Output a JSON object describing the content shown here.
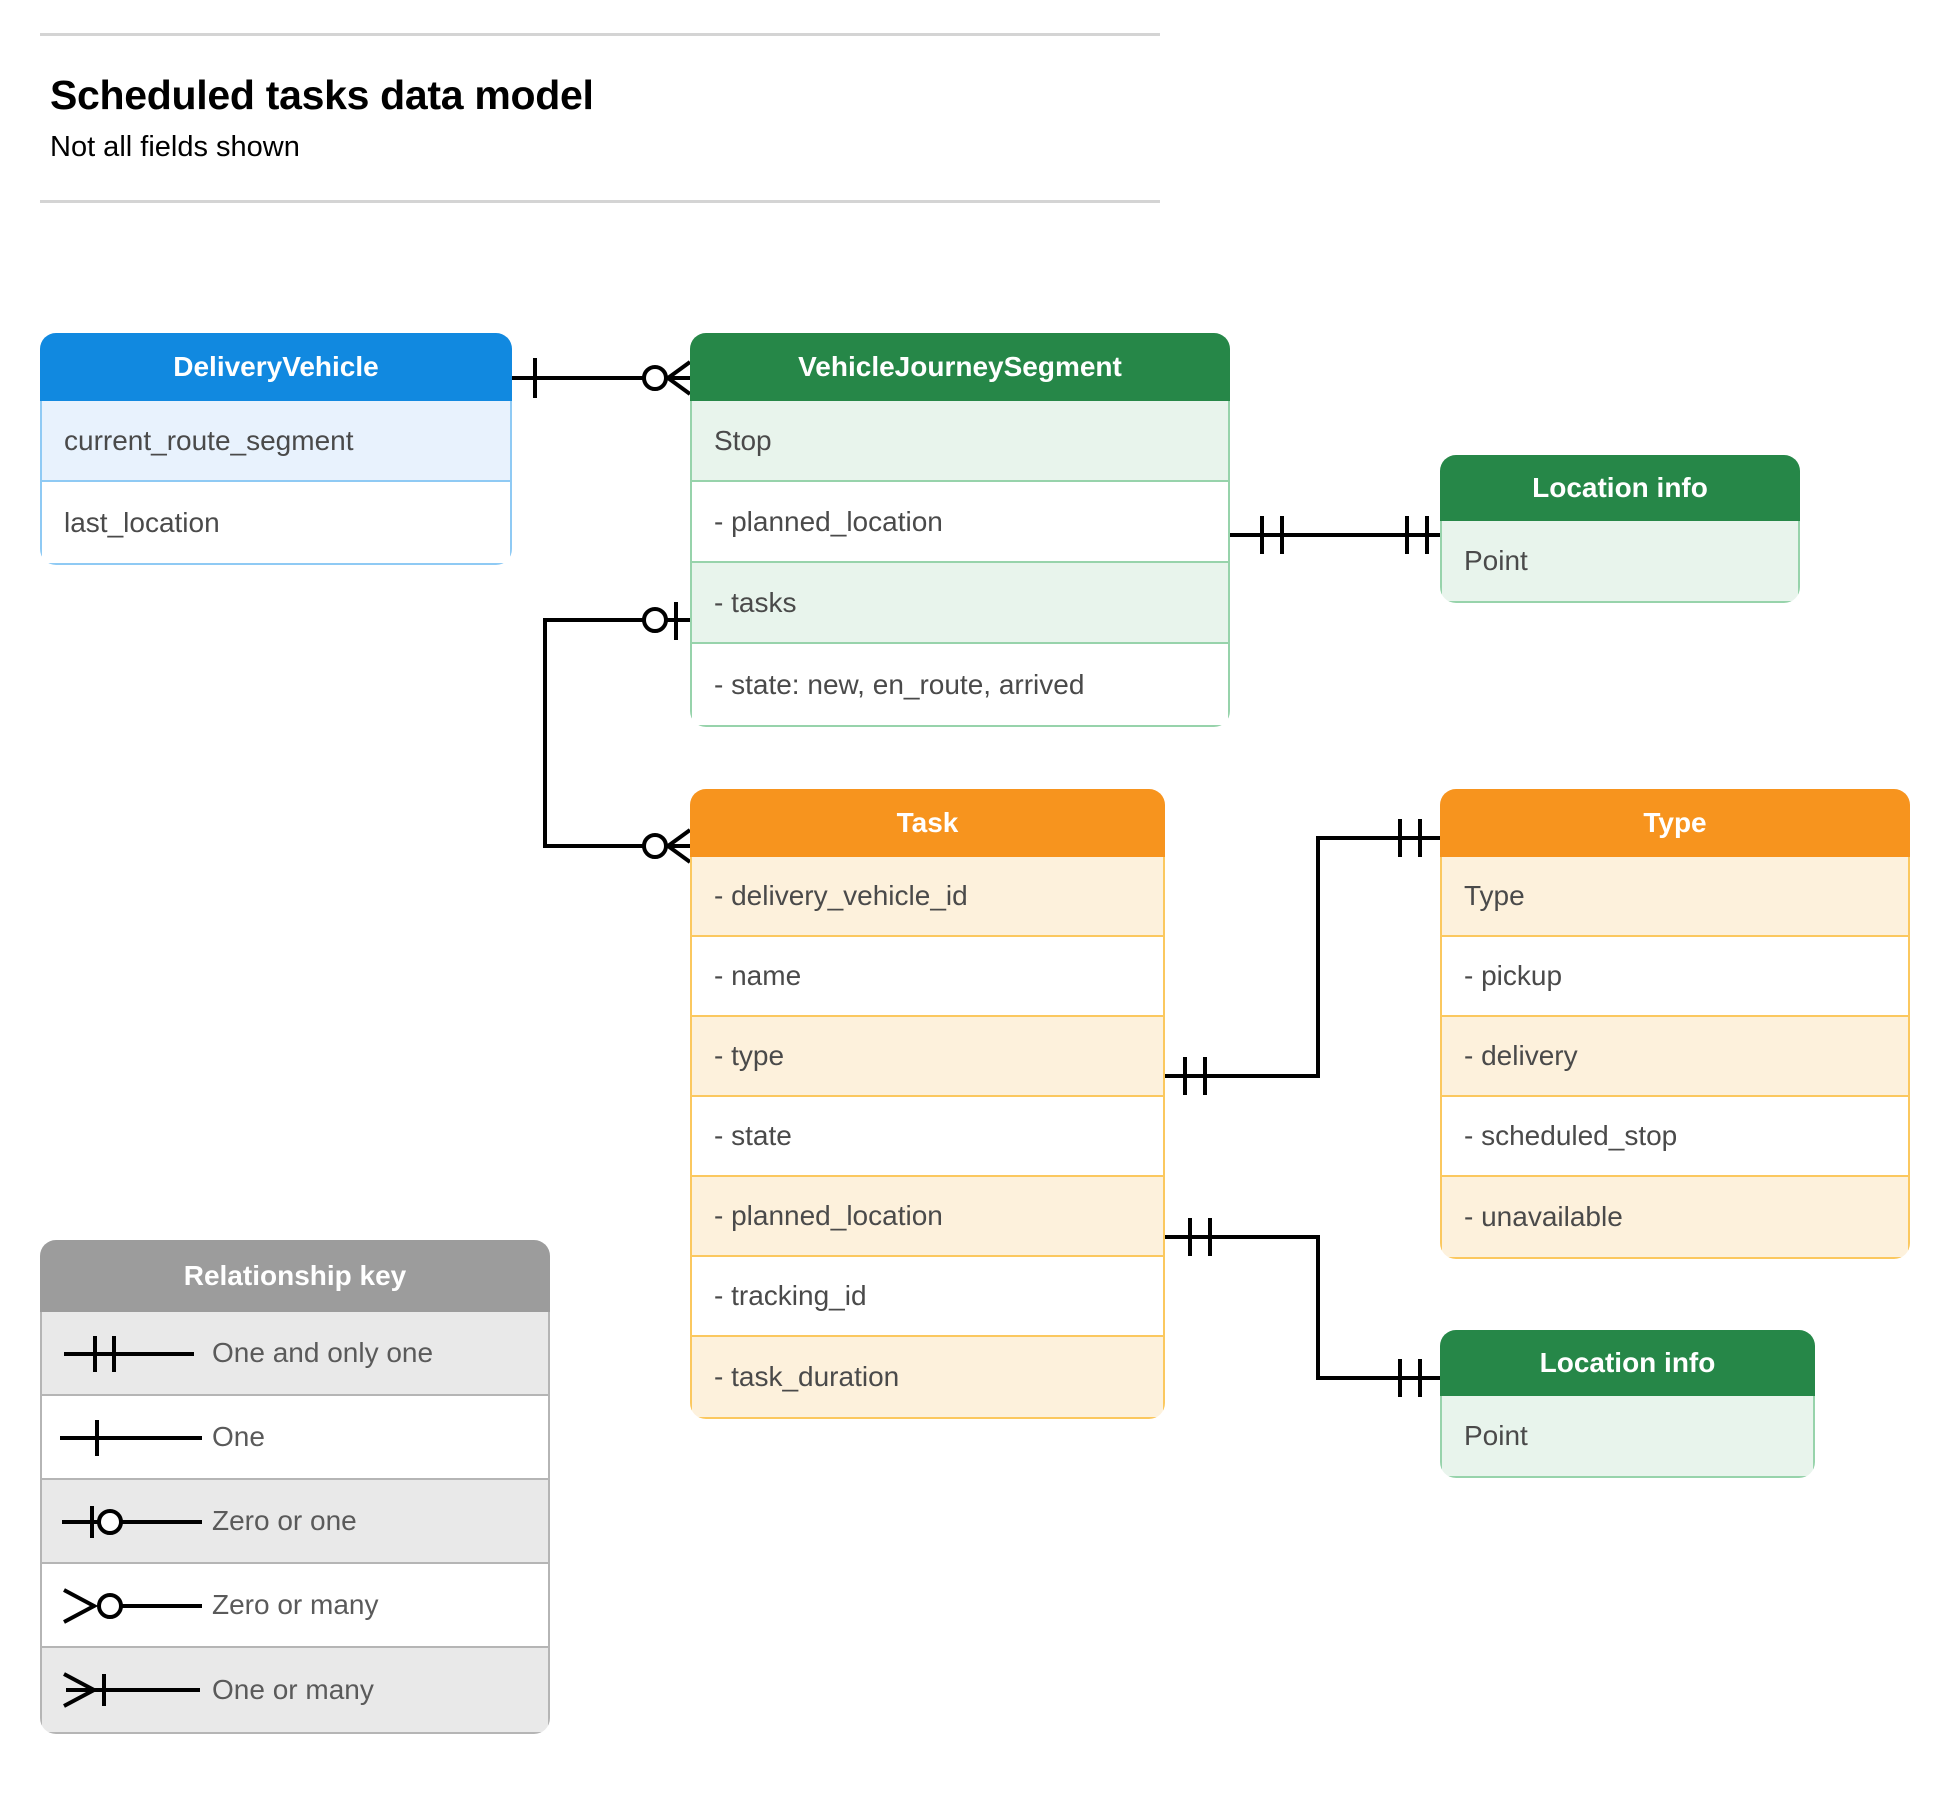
{
  "header": {
    "title": "Scheduled tasks data model",
    "subtitle": "Not all fields shown"
  },
  "entities": {
    "delivery_vehicle": {
      "title": "DeliveryVehicle",
      "color": "#1189e0",
      "rows": [
        "current_route_segment",
        "last_location"
      ]
    },
    "vehicle_journey_segment": {
      "title": "VehicleJourneySegment",
      "color": "#268748",
      "rows": [
        "Stop",
        "-  planned_location",
        "- tasks",
        "- state: new, en_route, arrived"
      ]
    },
    "location_info_top": {
      "title": "Location info",
      "color": "#268748",
      "rows": [
        "Point"
      ]
    },
    "task": {
      "title": "Task",
      "color": "#f7941e",
      "rows": [
        "- delivery_vehicle_id",
        "- name",
        "- type",
        "- state",
        "- planned_location",
        "- tracking_id",
        "- task_duration"
      ]
    },
    "type": {
      "title": "Type",
      "color": "#f7941e",
      "rows": [
        "Type",
        "-   pickup",
        "-   delivery",
        "-   scheduled_stop",
        "-   unavailable"
      ]
    },
    "location_info_bottom": {
      "title": "Location info",
      "color": "#268748",
      "rows": [
        "Point"
      ]
    }
  },
  "legend": {
    "title": "Relationship key",
    "color": "#9c9c9c",
    "items": [
      {
        "symbol": "one-and-only-one",
        "label": "One and only one"
      },
      {
        "symbol": "one",
        "label": "One"
      },
      {
        "symbol": "zero-or-one",
        "label": "Zero or one"
      },
      {
        "symbol": "zero-or-many",
        "label": "Zero or many"
      },
      {
        "symbol": "one-or-many",
        "label": "One or many"
      }
    ]
  }
}
